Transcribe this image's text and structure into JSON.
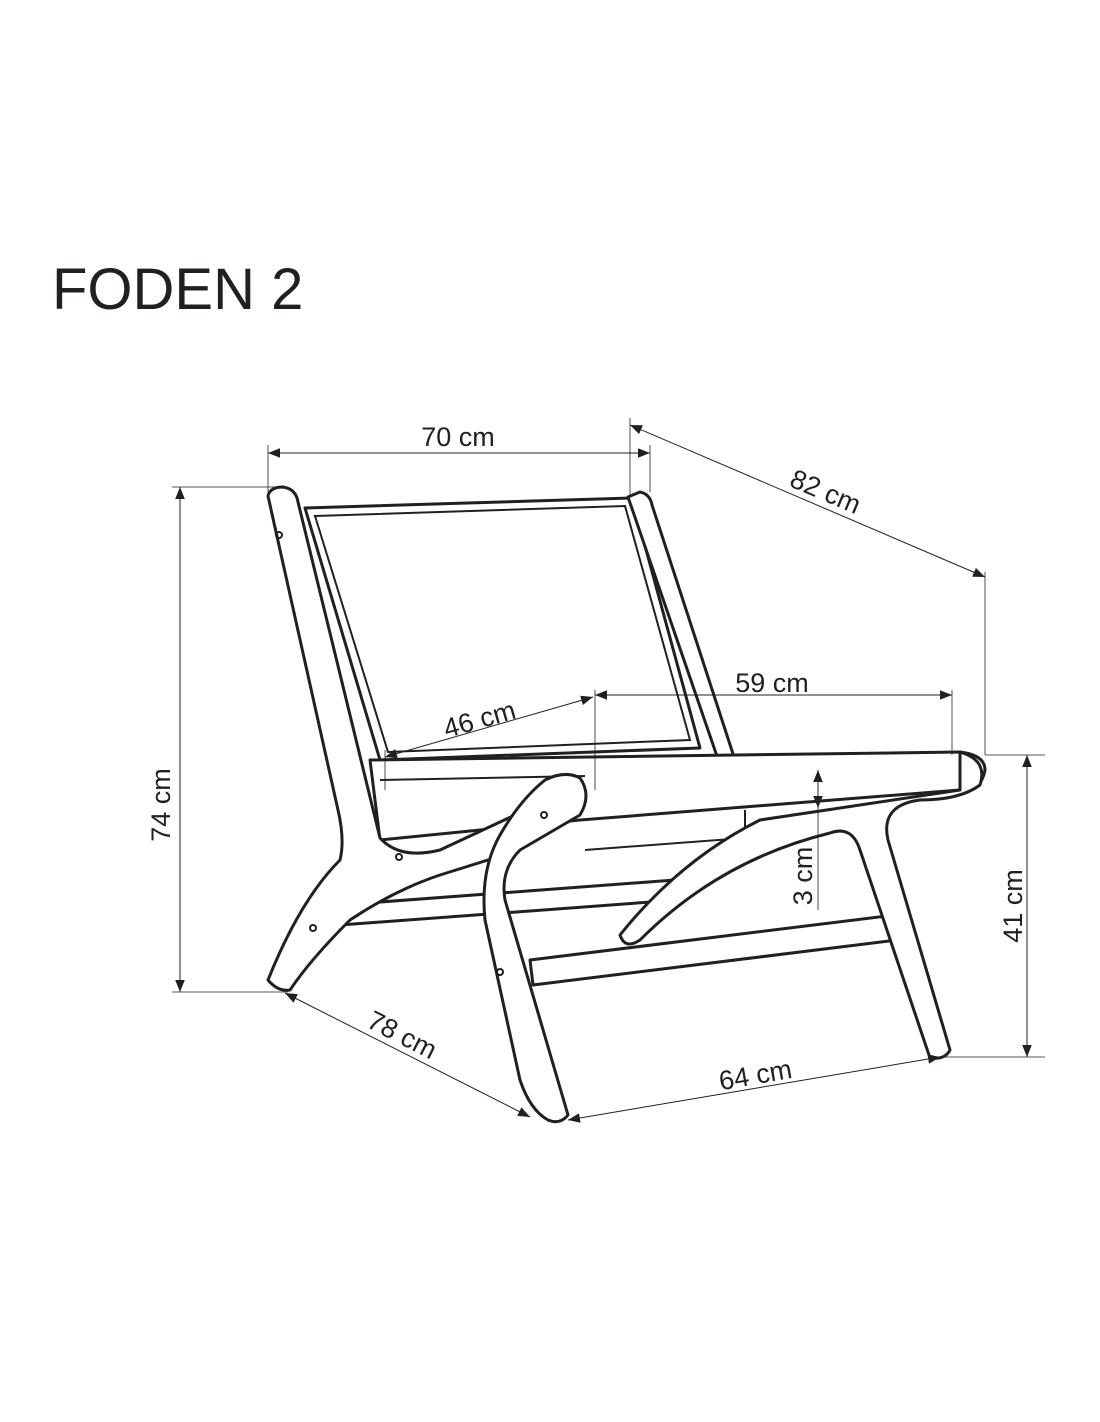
{
  "title": "FODEN 2",
  "dimensions": {
    "width_top": "70 cm",
    "depth_armrest": "82 cm",
    "height_total": "74 cm",
    "seat_depth": "59 cm",
    "seat_width": "46 cm",
    "seat_thickness": "3 cm",
    "seat_height": "41 cm",
    "depth_base": "78 cm",
    "width_base": "64 cm"
  },
  "colors": {
    "line": "#231f20",
    "background": "#ffffff"
  }
}
